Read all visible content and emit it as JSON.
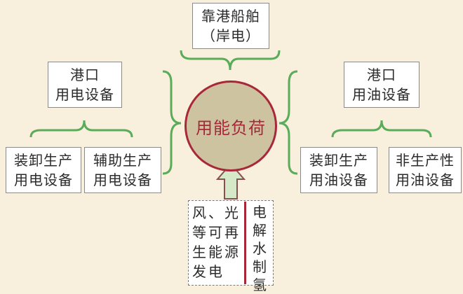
{
  "center": {
    "label": "用能负荷"
  },
  "top": {
    "line1": "靠港船舶",
    "line2": "（岸电）"
  },
  "left_group": {
    "line1": "港口",
    "line2": "用电设备"
  },
  "left_child_a": {
    "line1": "装卸生产",
    "line2": "用电设备"
  },
  "left_child_b": {
    "line1": "辅助生产",
    "line2": "用电设备"
  },
  "right_group": {
    "line1": "港口",
    "line2": "用油设备"
  },
  "right_child_a": {
    "line1": "装卸生产",
    "line2": "用油设备"
  },
  "right_child_b": {
    "line1": "非生产性",
    "line2": "用油设备"
  },
  "bottom": {
    "renewable_lines": [
      "风、光",
      "等可再",
      "生能源",
      "发电"
    ],
    "hydrogen_chars": [
      "电",
      "解",
      "水",
      "制",
      "氢"
    ]
  },
  "colors": {
    "brace": "#5aab5a",
    "arrow_fill": "#d5e9c8",
    "arrow_stroke": "#8a5050",
    "accent": "#a8283a"
  }
}
